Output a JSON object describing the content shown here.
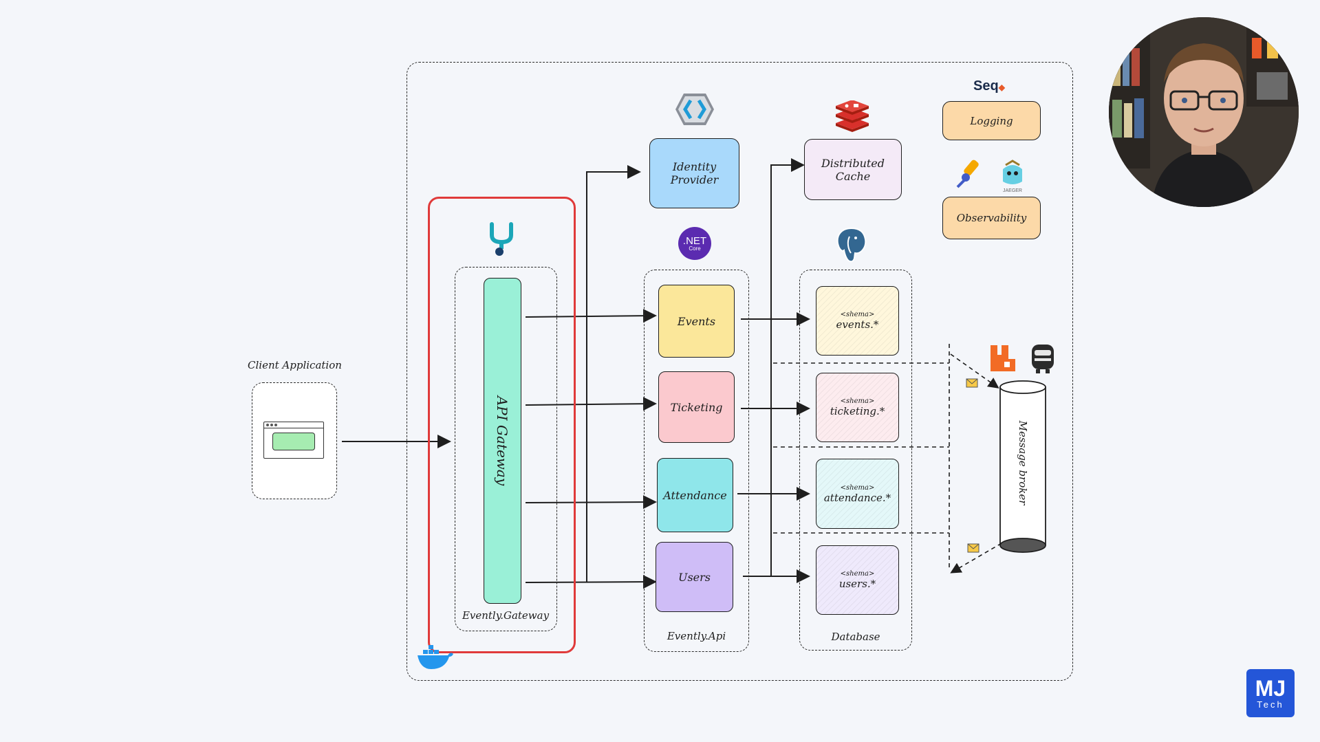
{
  "client": {
    "label": "Client Application"
  },
  "gateway": {
    "bar_label": "API Gateway",
    "container_label": "Evently.Gateway"
  },
  "api": {
    "container_label": "Evently.Api",
    "net_badge": {
      "line1": ".NET",
      "line2": "Core"
    },
    "services": [
      {
        "label": "Events",
        "color": "#fbe79a"
      },
      {
        "label": "Ticketing",
        "color": "#fbc9ce"
      },
      {
        "label": "Attendance",
        "color": "#8fe6ea"
      },
      {
        "label": "Users",
        "color": "#cfbdf7"
      }
    ]
  },
  "identity": {
    "label_line1": "Identity",
    "label_line2": "Provider",
    "color": "#a9d9fb"
  },
  "cache": {
    "label_line1": "Distributed",
    "label_line2": "Cache",
    "color": "#f4eaf7"
  },
  "database": {
    "container_label": "Database",
    "schemas": [
      {
        "tag": "<shema>",
        "name": "events.*",
        "color": "#fff7dc"
      },
      {
        "tag": "<shema>",
        "name": "ticketing.*",
        "color": "#fdecef"
      },
      {
        "tag": "<shema>",
        "name": "attendance.*",
        "color": "#e4f8f9"
      },
      {
        "tag": "<shema>",
        "name": "users.*",
        "color": "#efeafc"
      }
    ]
  },
  "broker": {
    "label": "Message broker"
  },
  "seq": {
    "brand": "Seq",
    "logging_label": "Logging",
    "observability_label": "Observability",
    "jaeger_text": "JAEGER",
    "color": "#fcd9a8"
  },
  "branding": {
    "logo_line1": "MJ",
    "logo_line2": "Tech"
  },
  "colors": {
    "gateway_bar": "#9af0d7",
    "highlight": "#e03a3a",
    "gateway_icon": "#1ba6b8",
    "net_purple": "#5b2bb0",
    "redis": "#d8302b",
    "postgres": "#336791",
    "rabbit": "#f26b25",
    "docker": "#2496ed"
  }
}
